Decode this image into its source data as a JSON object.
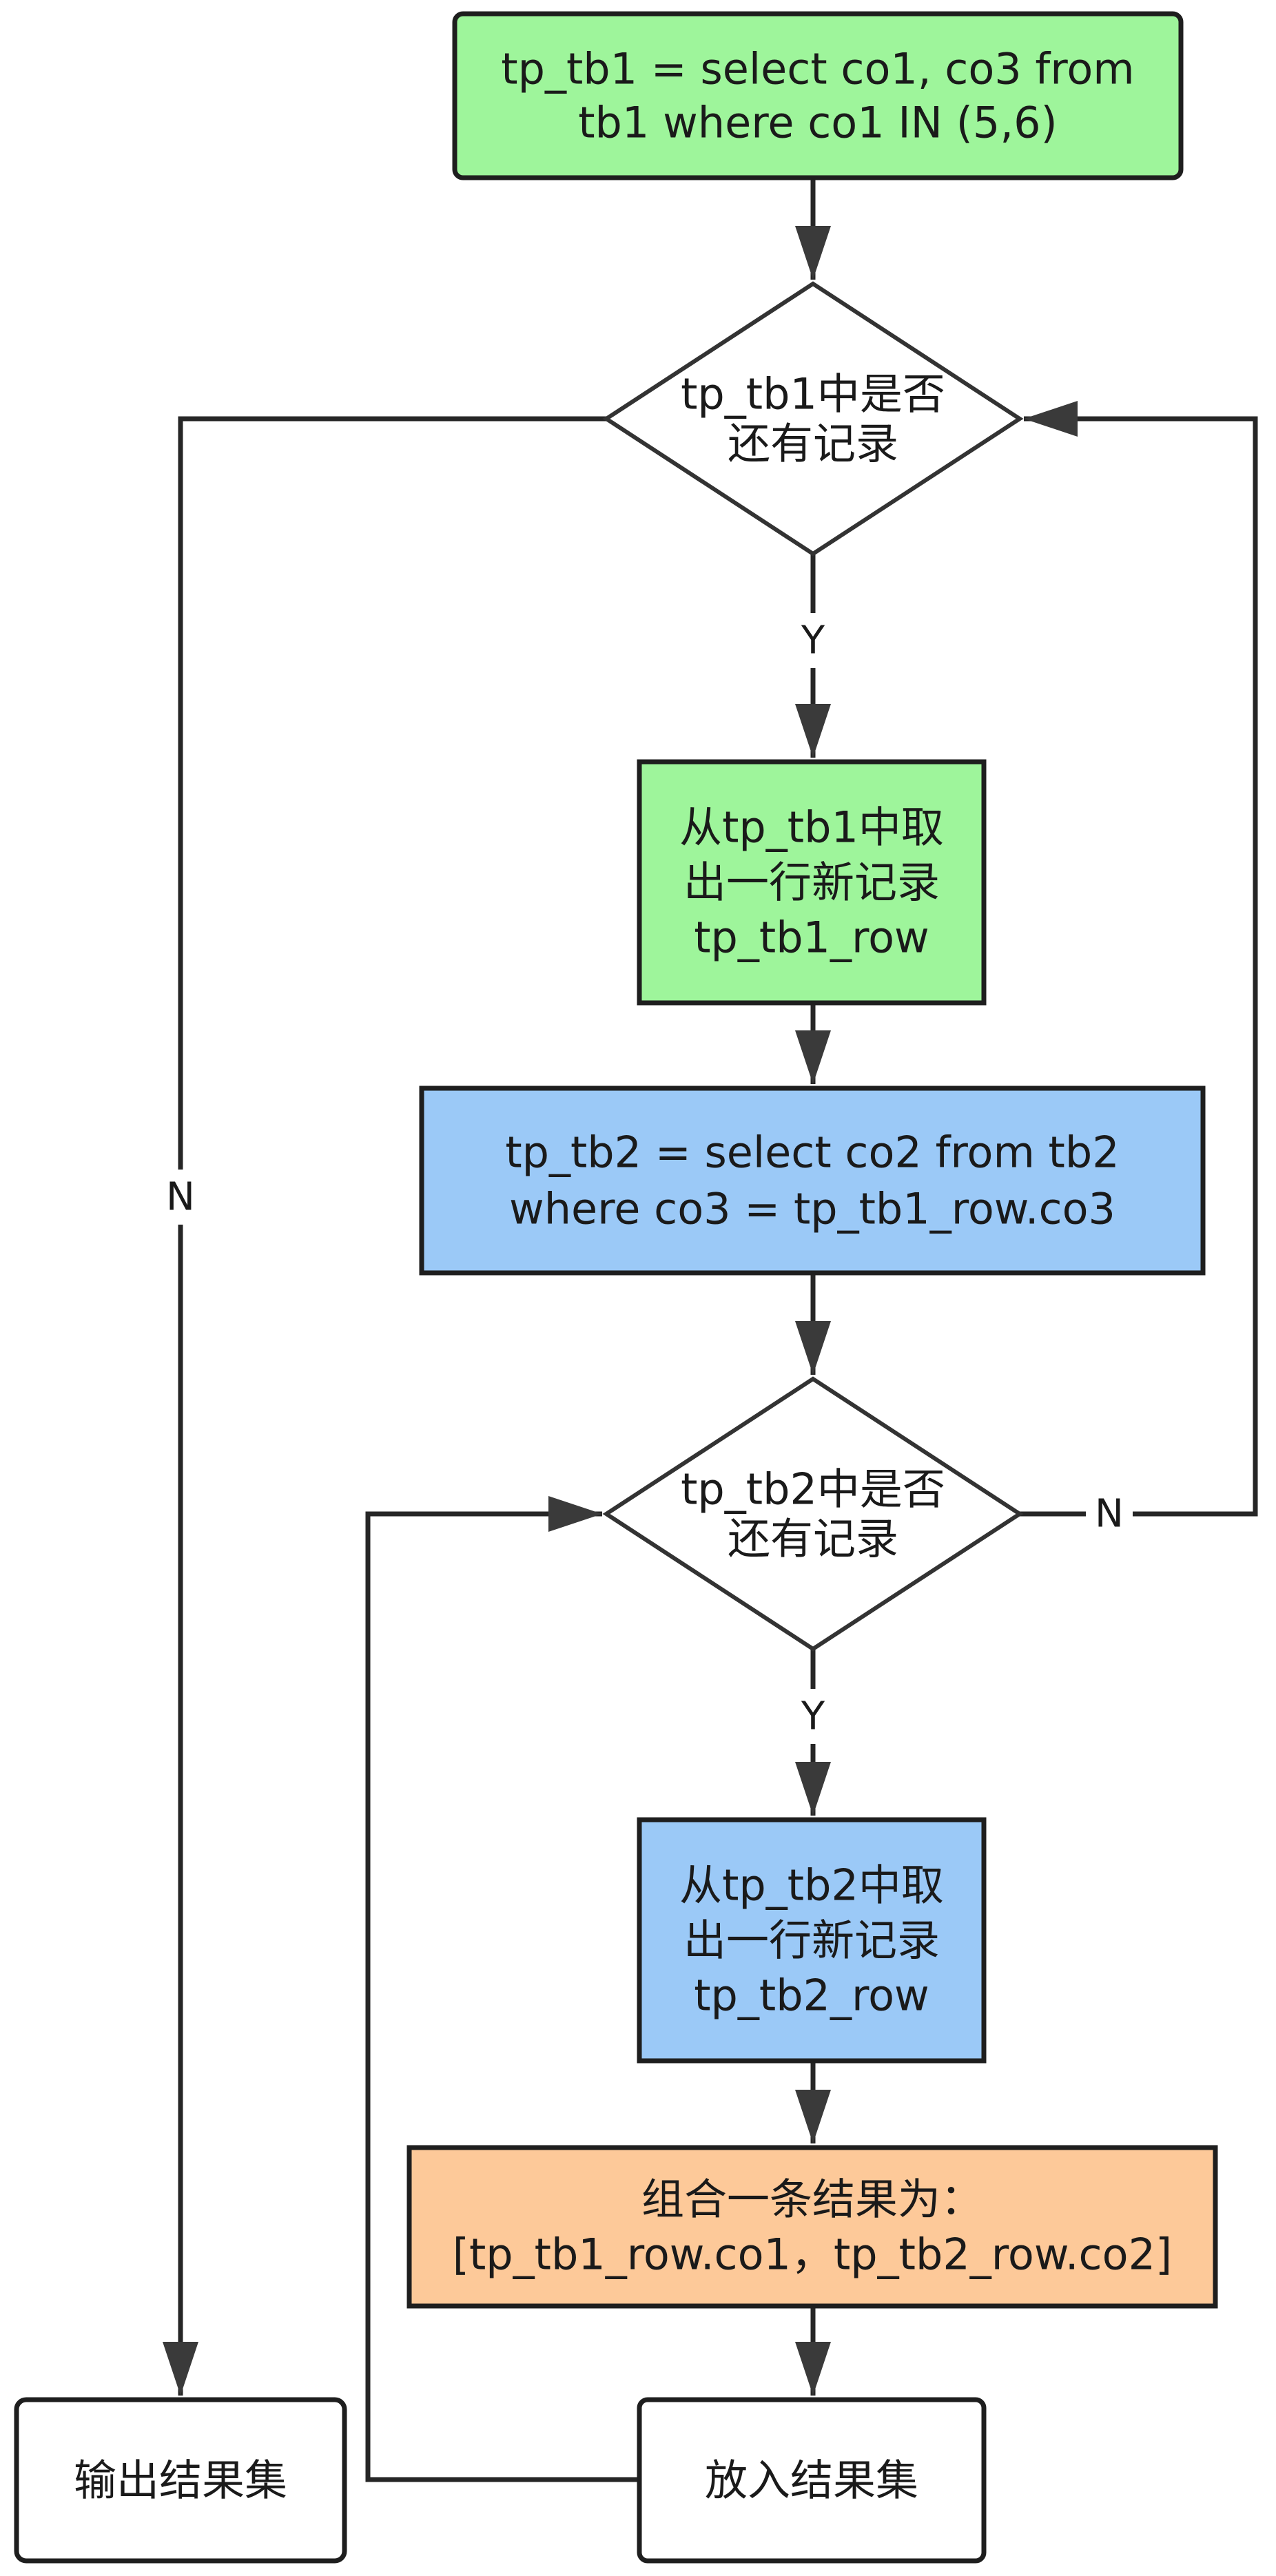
{
  "diagram": {
    "nodes": [
      {
        "id": "n1",
        "shape": "rect",
        "fill": "#9ef59b",
        "lines": [
          "tp_tb1 = select co1, co3 from",
          "tb1 where co1 IN (5,6)"
        ]
      },
      {
        "id": "d1",
        "shape": "diamond",
        "fill": "#ffffff",
        "lines": [
          "tp_tb1中是否",
          "还有记录"
        ]
      },
      {
        "id": "n2",
        "shape": "rect",
        "fill": "#9ef59b",
        "lines": [
          "从tp_tb1中取",
          "出一行新记录",
          "tp_tb1_row"
        ]
      },
      {
        "id": "n3",
        "shape": "rect",
        "fill": "#9bc9f7",
        "lines": [
          "tp_tb2 = select co2 from tb2",
          "where co3 = tp_tb1_row.co3"
        ]
      },
      {
        "id": "d2",
        "shape": "diamond",
        "fill": "#ffffff",
        "lines": [
          "tp_tb2中是否",
          "还有记录"
        ]
      },
      {
        "id": "n4",
        "shape": "rect",
        "fill": "#9bc9f7",
        "lines": [
          "从tp_tb2中取",
          "出一行新记录",
          "tp_tb2_row"
        ]
      },
      {
        "id": "n5",
        "shape": "rect",
        "fill": "#fdc999",
        "lines": [
          "组合一条结果为：",
          "[tp_tb1_row.co1，tp_tb2_row.co2]"
        ]
      },
      {
        "id": "n6",
        "shape": "rounded",
        "fill": "#ffffff",
        "lines": [
          "放入结果集"
        ]
      },
      {
        "id": "n7",
        "shape": "rounded",
        "fill": "#ffffff",
        "lines": [
          "输出结果集"
        ]
      }
    ],
    "edges": [
      {
        "from": "n1",
        "to": "d1",
        "label": ""
      },
      {
        "from": "d1",
        "to": "n2",
        "label": "Y"
      },
      {
        "from": "n2",
        "to": "n3",
        "label": ""
      },
      {
        "from": "n3",
        "to": "d2",
        "label": ""
      },
      {
        "from": "d2",
        "to": "n4",
        "label": "Y"
      },
      {
        "from": "n4",
        "to": "n5",
        "label": ""
      },
      {
        "from": "n5",
        "to": "n6",
        "label": ""
      },
      {
        "from": "n6",
        "to": "d2",
        "label": ""
      },
      {
        "from": "d2",
        "to": "d1",
        "label": "N"
      },
      {
        "from": "d1",
        "to": "n7",
        "label": "N"
      }
    ]
  }
}
